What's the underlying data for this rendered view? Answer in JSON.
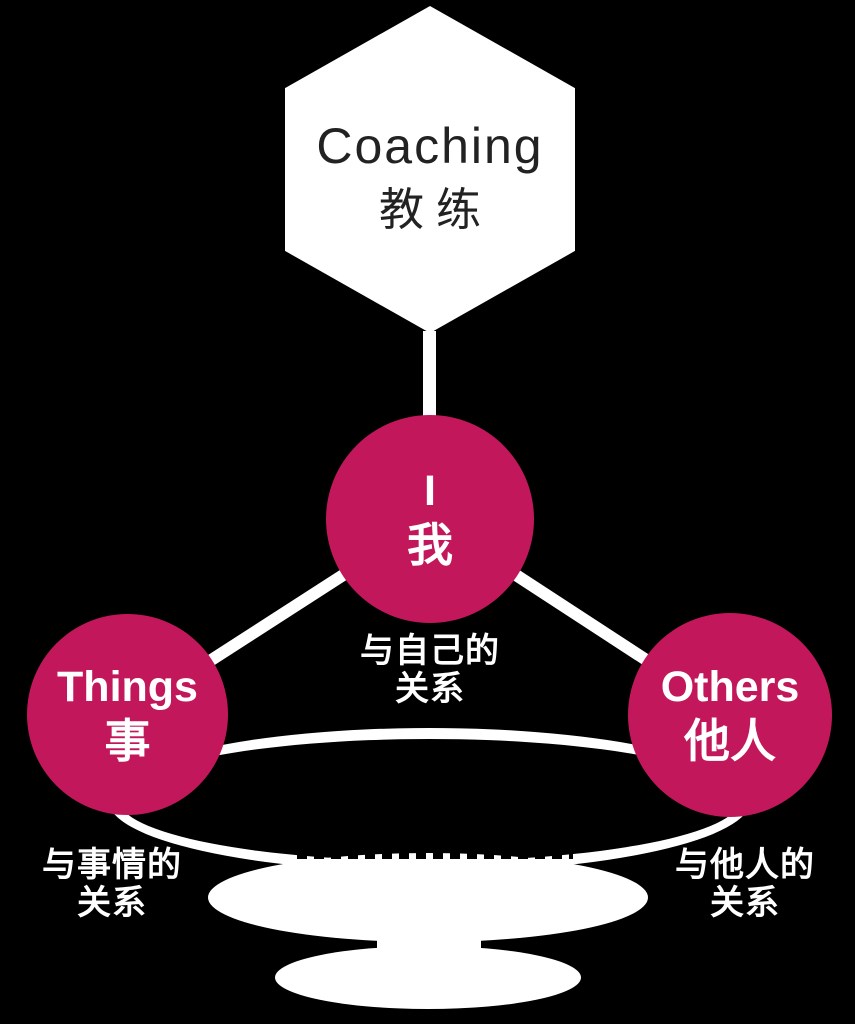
{
  "canvas": {
    "background_color": "#000000",
    "node_color": "#C2185B",
    "shape_color": "#FFFFFF",
    "hexagon_text_color": "#222222"
  },
  "hexagon": {
    "title": "Coaching",
    "subtitle": "教练"
  },
  "nodes": {
    "self": {
      "en": "I",
      "zh": "我"
    },
    "things": {
      "en": "Things",
      "zh": "事"
    },
    "others": {
      "en": "Others",
      "zh": "他人"
    }
  },
  "captions": {
    "self": {
      "line1": "与自己的",
      "line2": "关系"
    },
    "things": {
      "line1": "与事情的",
      "line2": "关系"
    },
    "others": {
      "line1": "与他人的",
      "line2": "关系"
    }
  }
}
